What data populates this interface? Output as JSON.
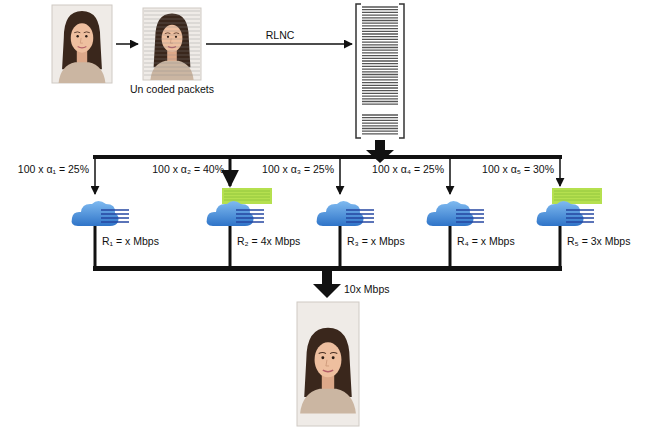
{
  "diagram": {
    "nodes": [
      {
        "text": [
          "Un coded packets"
        ]
      },
      {
        "text": [
          "R₁ = x Mbps"
        ]
      },
      {
        "text": [
          "R₂ = 4x Mbps"
        ]
      },
      {
        "text": [
          "R₃ = x Mbps"
        ]
      },
      {
        "text": [
          "R₄ = x Mbps"
        ]
      },
      {
        "text": [
          "R₅ = 3x Mbps"
        ]
      }
    ],
    "labels": [
      "RLNC",
      "100 x α₁ = 25%",
      "100 x α₂ = 40%",
      "100 x α₃ = 25%",
      "100 x α₄ = 25%",
      "100 x α₅ = 30%",
      "10x Mbps"
    ]
  }
}
